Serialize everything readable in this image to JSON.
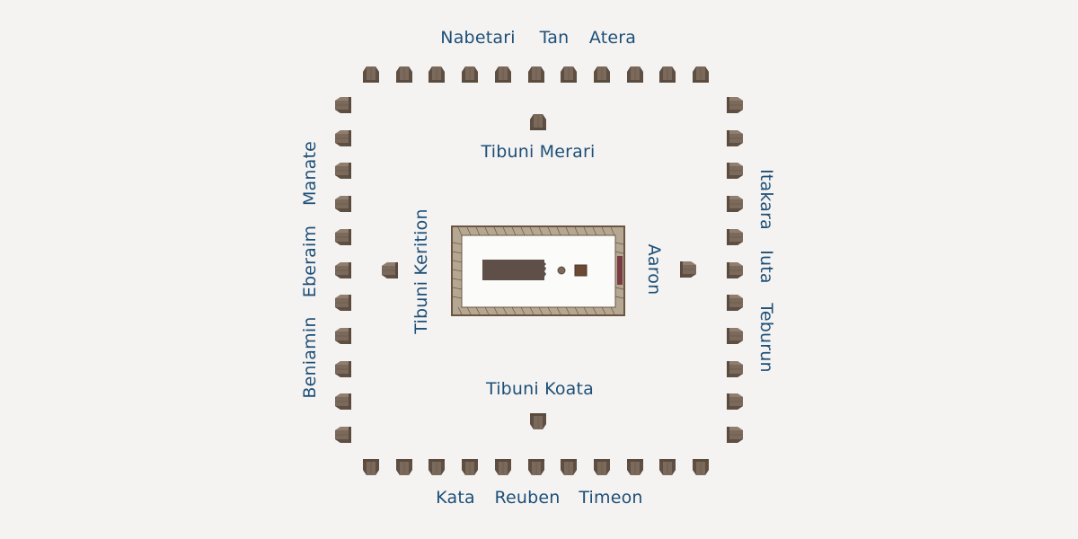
{
  "diagram": {
    "title": "Camp arrangement around the tabernacle",
    "colors": {
      "background": "#f4f3f1",
      "label": "#1d4f78",
      "tent_fill": "#7b6a5b",
      "tent_shade": "#5e4f42",
      "tent_light": "#8f7e6e",
      "tabernacle_border": "#6b5442",
      "tabernacle_wall": "#b5a893",
      "entrance_curtain": "#7a3b45"
    },
    "labels": {
      "north": [
        "Nabetari",
        "Tan",
        "Atera"
      ],
      "south": [
        "Kata",
        "Reuben",
        "Timeon"
      ],
      "west": [
        "Beniamin",
        "Eberaim",
        "Manate"
      ],
      "east": [
        "Itakara",
        "Iuta",
        "Teburun"
      ],
      "inner_north": "Tibuni Merari",
      "inner_south": "Tibuni Koata",
      "inner_west": "Tibuni Kerition",
      "inner_east": "Aaron"
    },
    "tents": {
      "north_row_count": 11,
      "south_row_count": 11,
      "west_column_count": 11,
      "east_column_count": 11,
      "inner_count": 4
    }
  }
}
